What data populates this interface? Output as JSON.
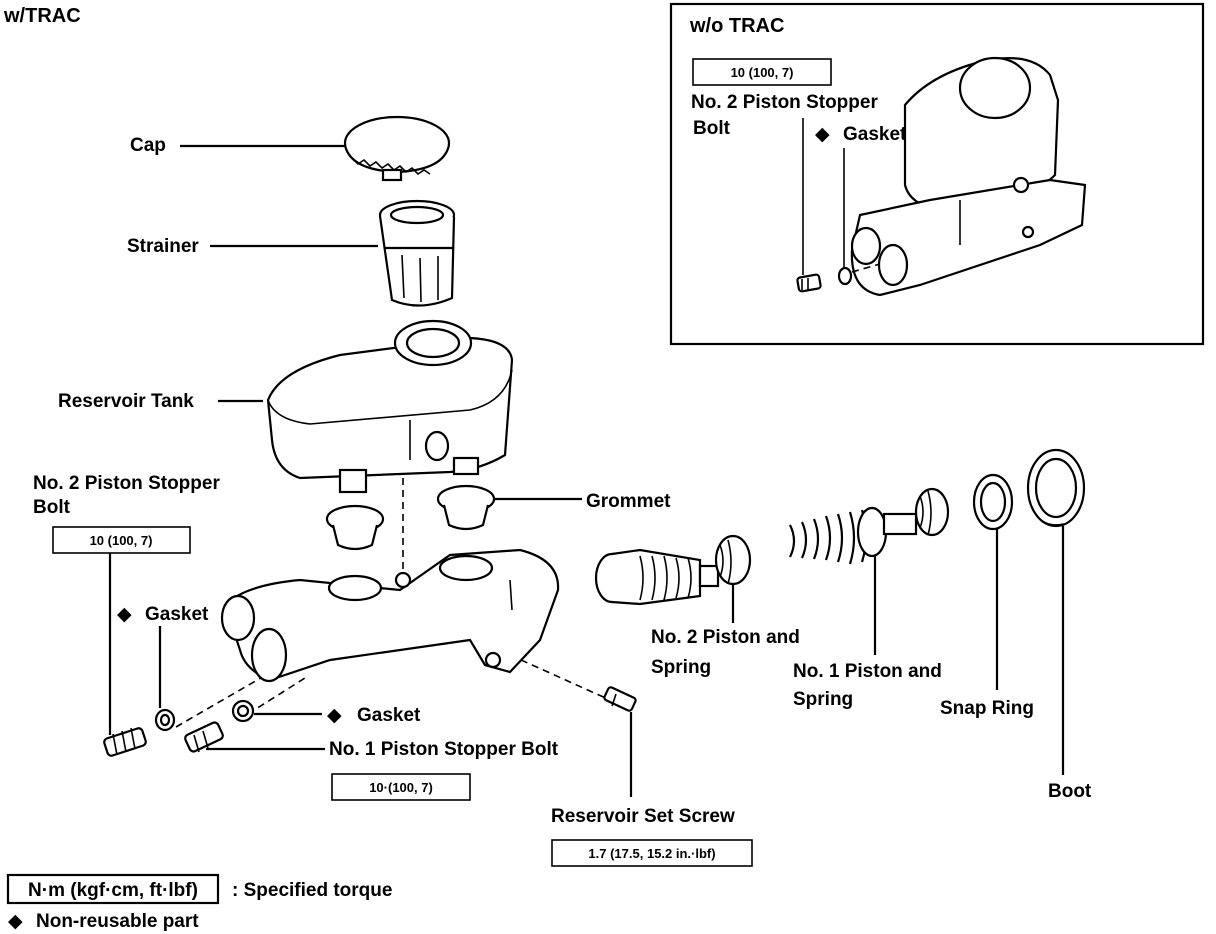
{
  "header": {
    "with_trac": "w/TRAC",
    "without_trac": "w/o TRAC"
  },
  "labels": {
    "cap": "Cap",
    "strainer": "Strainer",
    "reservoir_tank": "Reservoir Tank",
    "no2_stopper_bolt_line1": "No. 2 Piston Stopper",
    "no2_stopper_bolt_line2": "Bolt",
    "gasket": "Gasket",
    "grommet": "Grommet",
    "no1_stopper_bolt": "No. 1 Piston Stopper Bolt",
    "reservoir_set_screw": "Reservoir Set Screw",
    "no2_piston_line1": "No. 2 Piston and",
    "no2_piston_line2": "Spring",
    "no1_piston_line1": "No. 1 Piston and",
    "no1_piston_line2": "Spring",
    "snap_ring": "Snap Ring",
    "boot": "Boot"
  },
  "torque": {
    "no2_stopper_bolt": "10 (100, 7)",
    "no1_stopper_bolt": "10·(100, 7)",
    "reservoir_set_screw": "1.7 (17.5, 15.2 in.·lbf)",
    "inset_no2_stopper_bolt": "10 (100, 7)"
  },
  "inset": {
    "no2_stopper_bolt_line1": "No. 2 Piston Stopper",
    "no2_stopper_bolt_line2": "Bolt",
    "gasket": "Gasket"
  },
  "legend": {
    "torque_unit": "N·m (kgf·cm, ft·lbf)",
    "torque_desc": ": Specified torque",
    "non_reusable": "Non-reusable part"
  },
  "symbols": {
    "diamond": "◆"
  }
}
